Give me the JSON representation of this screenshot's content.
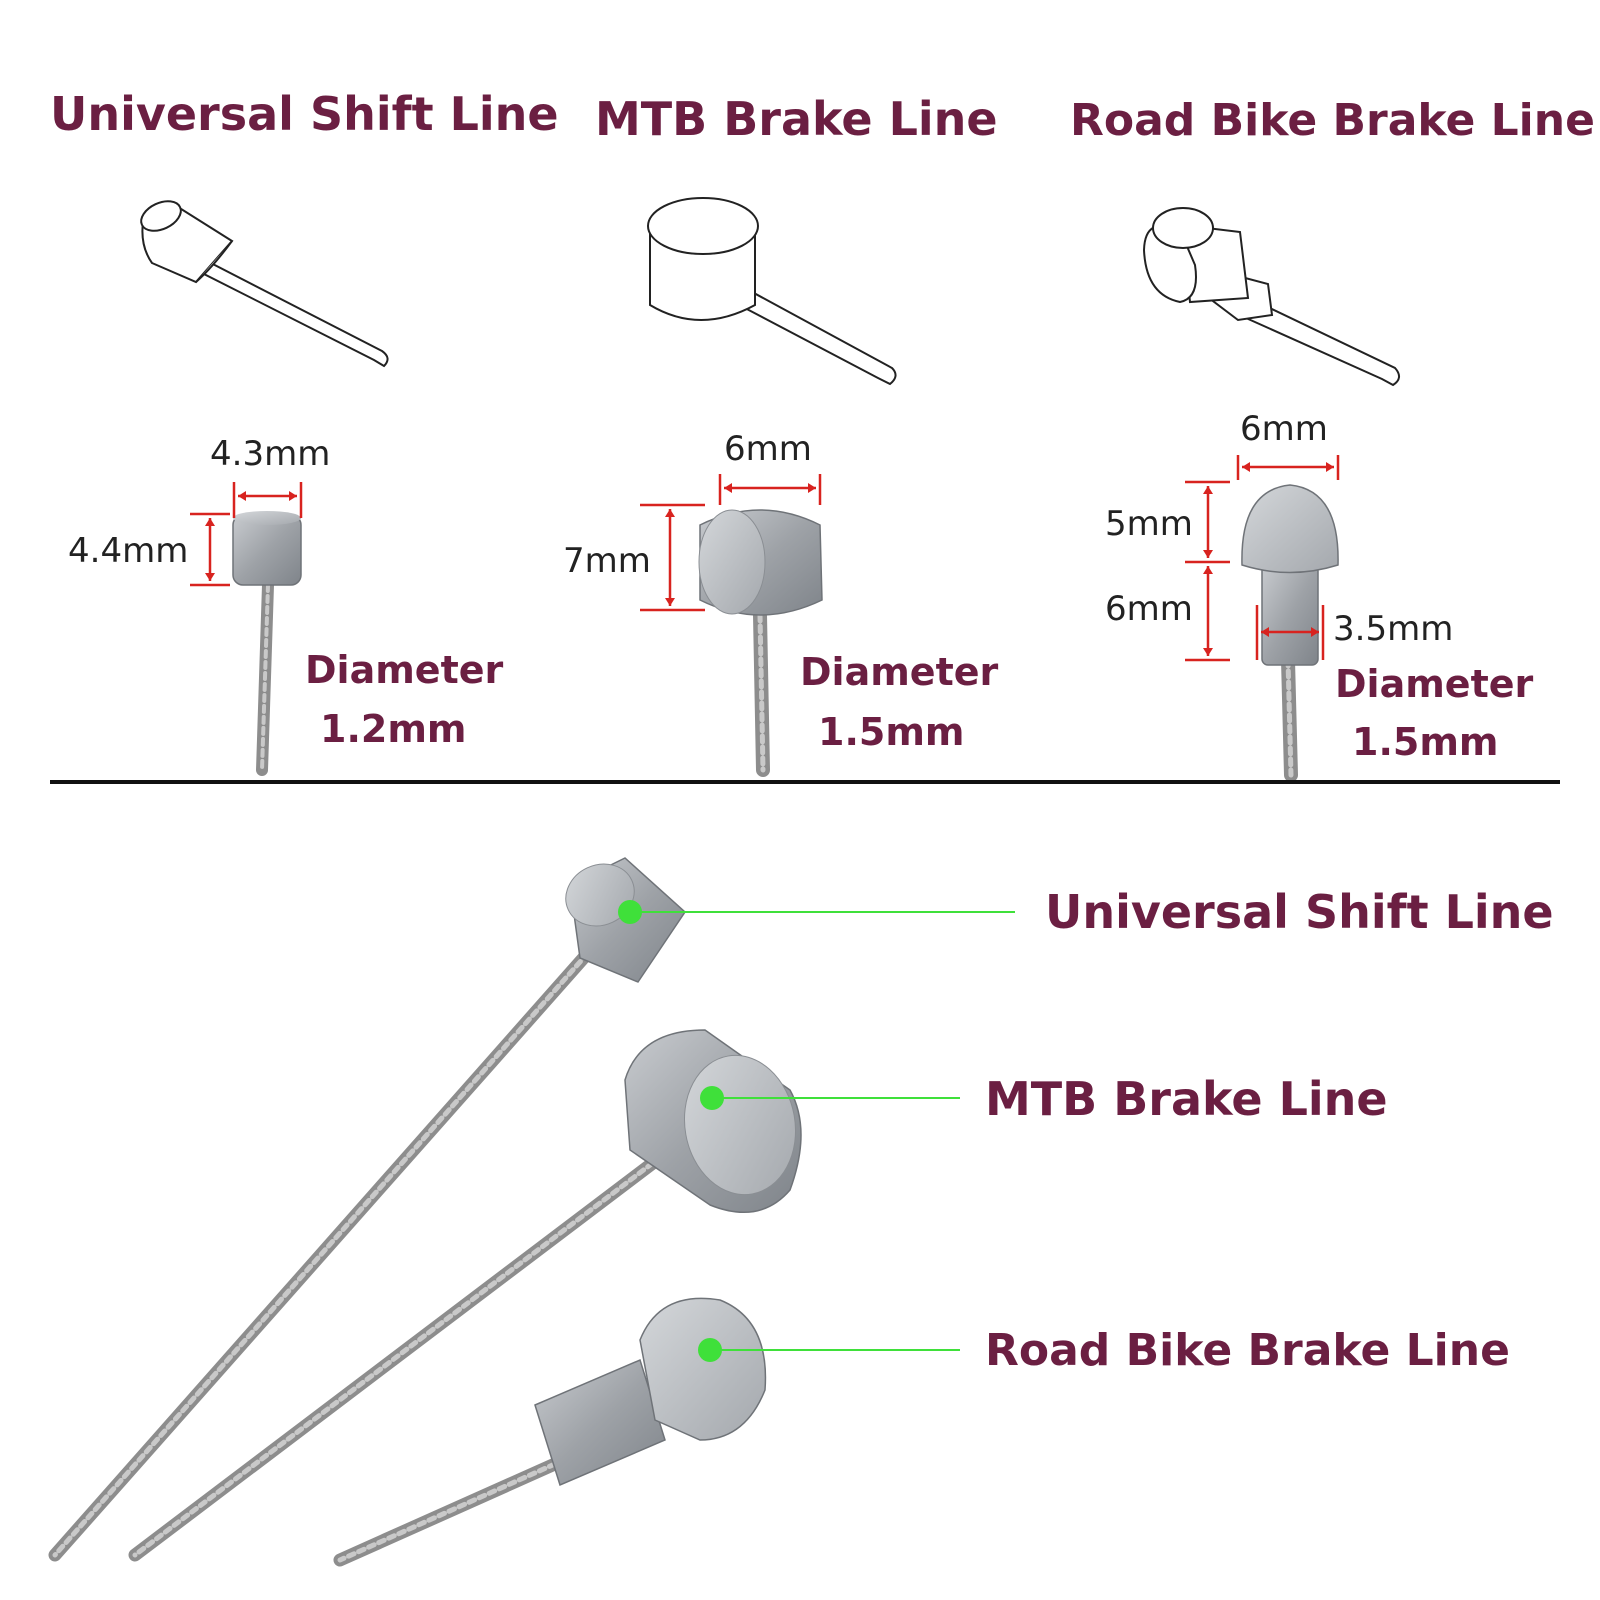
{
  "colors": {
    "title": "#6b1f42",
    "dimension_line": "#d8231f",
    "leader_line": "#3fe03a",
    "metal": "#a9adb1",
    "divider": "#111111"
  },
  "top_section": {
    "columns": [
      {
        "title": "Universal Shift Line",
        "icon": "cylinder-end-icon",
        "dims": {
          "width": "4.3mm",
          "height": "4.4mm"
        },
        "spec_label": "Diameter",
        "spec_value": "1.2mm"
      },
      {
        "title": "MTB Brake Line",
        "icon": "barrel-end-icon",
        "dims": {
          "width": "6mm",
          "height": "7mm"
        },
        "spec_label": "Diameter",
        "spec_value": "1.5mm"
      },
      {
        "title": "Road Bike Brake Line",
        "icon": "pear-end-icon",
        "dims": {
          "width": "6mm",
          "head_height": "5mm",
          "neck_height": "6mm",
          "neck_width": "3.5mm"
        },
        "spec_label": "Diameter",
        "spec_value": "1.5mm"
      }
    ]
  },
  "bottom_section": {
    "labels": [
      "Universal Shift Line",
      "MTB Brake Line",
      "Road Bike Brake Line"
    ]
  }
}
